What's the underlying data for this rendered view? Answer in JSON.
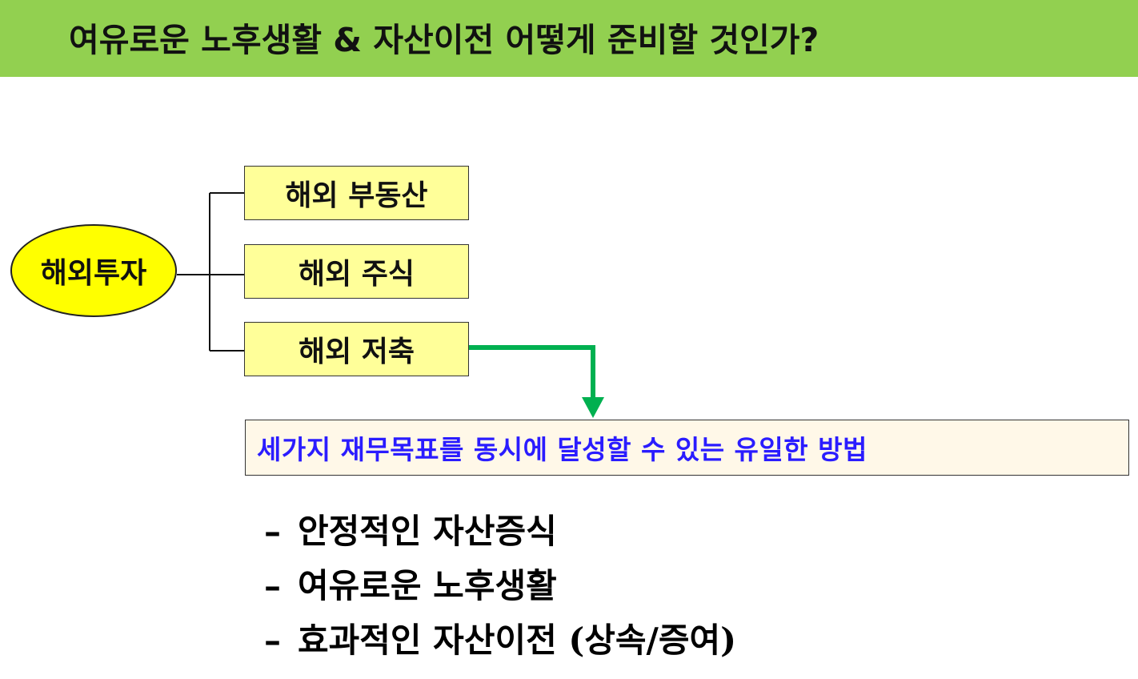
{
  "title": "여유로운 노후생활 & 자산이전 어떻게 준비할 것인가?",
  "root": {
    "label": "해외투자"
  },
  "branches": [
    {
      "label": "해외 부동산"
    },
    {
      "label": "해외 주식"
    },
    {
      "label": "해외 저축"
    }
  ],
  "result": {
    "label": "세가지 재무목표를 동시에 달성할 수 있는 유일한 방법"
  },
  "goals": {
    "dash": "–",
    "items": [
      "안정적인 자산증식",
      "여유로운 노후생활",
      "효과적인 자산이전 (상속/증여)"
    ]
  },
  "colors": {
    "title_bar": "#92d050",
    "root_fill": "#ffff00",
    "branch_fill": "#ffff99",
    "result_text": "#2a1cff",
    "arrow": "#00b050"
  }
}
